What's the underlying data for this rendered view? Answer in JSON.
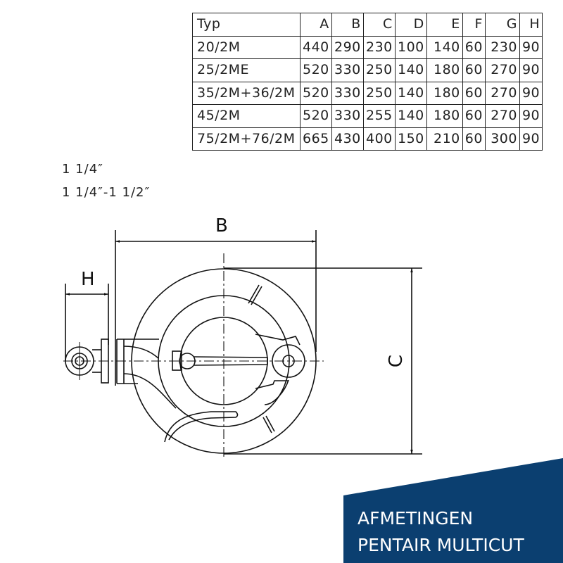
{
  "table": {
    "headers": [
      "Typ",
      "A",
      "B",
      "C",
      "D",
      "E",
      "F",
      "G",
      "H"
    ],
    "rows": [
      {
        "typ": "20/2M",
        "A": "440",
        "B": "290",
        "C": "230",
        "D": "100",
        "E": "140",
        "F": "60",
        "G": "230",
        "H": "90"
      },
      {
        "typ": "25/2ME",
        "A": "520",
        "B": "330",
        "C": "250",
        "D": "140",
        "E": "180",
        "F": "60",
        "G": "270",
        "H": "90"
      },
      {
        "typ": "35/2M+36/2M",
        "A": "520",
        "B": "330",
        "C": "250",
        "D": "140",
        "E": "180",
        "F": "60",
        "G": "270",
        "H": "90"
      },
      {
        "typ": "45/2M",
        "A": "520",
        "B": "330",
        "C": "255",
        "D": "140",
        "E": "180",
        "F": "60",
        "G": "270",
        "H": "90"
      },
      {
        "typ": "75/2M+76/2M",
        "A": "665",
        "B": "430",
        "C": "400",
        "D": "150",
        "E": "210",
        "F": "60",
        "G": "300",
        "H": "90"
      }
    ]
  },
  "thread_sizes": [
    "1 1/4″",
    "1 1/4″-1 1/2″"
  ],
  "drawing": {
    "dimension_labels": {
      "B": "B",
      "H": "H",
      "C": "C"
    }
  },
  "banner": {
    "line1": "AFMETINGEN",
    "line2": "PENTAIR MULTICUT",
    "color": "#0b3f70",
    "text_color": "#ffffff"
  }
}
